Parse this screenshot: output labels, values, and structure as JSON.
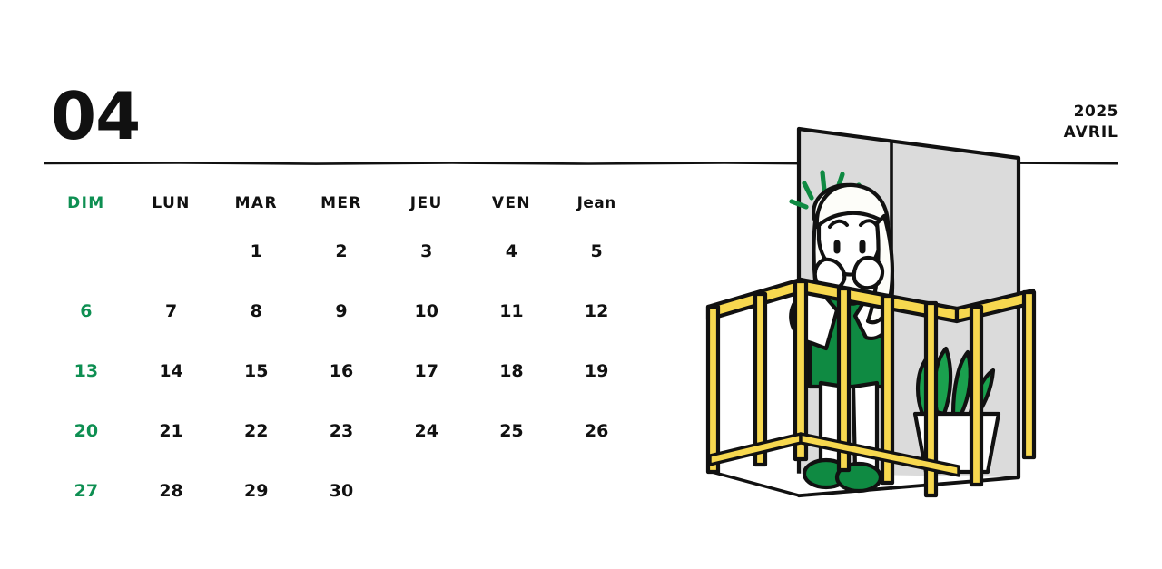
{
  "header": {
    "month_number": "04",
    "year": "2025",
    "month_name": "AVRIL"
  },
  "calendar": {
    "weekday_headers": [
      {
        "label": "DIM",
        "highlight": true,
        "style": "upper"
      },
      {
        "label": "LUN",
        "highlight": false,
        "style": "upper"
      },
      {
        "label": "MAR",
        "highlight": false,
        "style": "upper"
      },
      {
        "label": "MER",
        "highlight": false,
        "style": "upper"
      },
      {
        "label": "JEU",
        "highlight": false,
        "style": "upper"
      },
      {
        "label": "VEN",
        "highlight": false,
        "style": "upper"
      },
      {
        "label": "Jean",
        "highlight": false,
        "style": "named"
      }
    ],
    "weeks": [
      [
        "",
        "",
        "1",
        "2",
        "3",
        "4",
        "5"
      ],
      [
        "6",
        "7",
        "8",
        "9",
        "10",
        "11",
        "12"
      ],
      [
        "13",
        "14",
        "15",
        "16",
        "17",
        "18",
        "19"
      ],
      [
        "20",
        "21",
        "22",
        "23",
        "24",
        "25",
        "26"
      ],
      [
        "27",
        "28",
        "29",
        "30",
        "",
        "",
        ""
      ]
    ]
  },
  "illustration": {
    "name": "person-leaning-on-balcony-railing",
    "elements": [
      "gray-wall",
      "yellow-railing",
      "person-with-long-hair",
      "green-sweater",
      "green-shoes",
      "potted-plant",
      "green-sparkle-lines"
    ]
  },
  "colors": {
    "accent_green": "#0e8f52",
    "illustration_green": "#0f8a42",
    "railing_yellow": "#f7d84f",
    "wall_gray": "#dbdbdb",
    "outline_black": "#111111",
    "background": "#ffffff"
  }
}
